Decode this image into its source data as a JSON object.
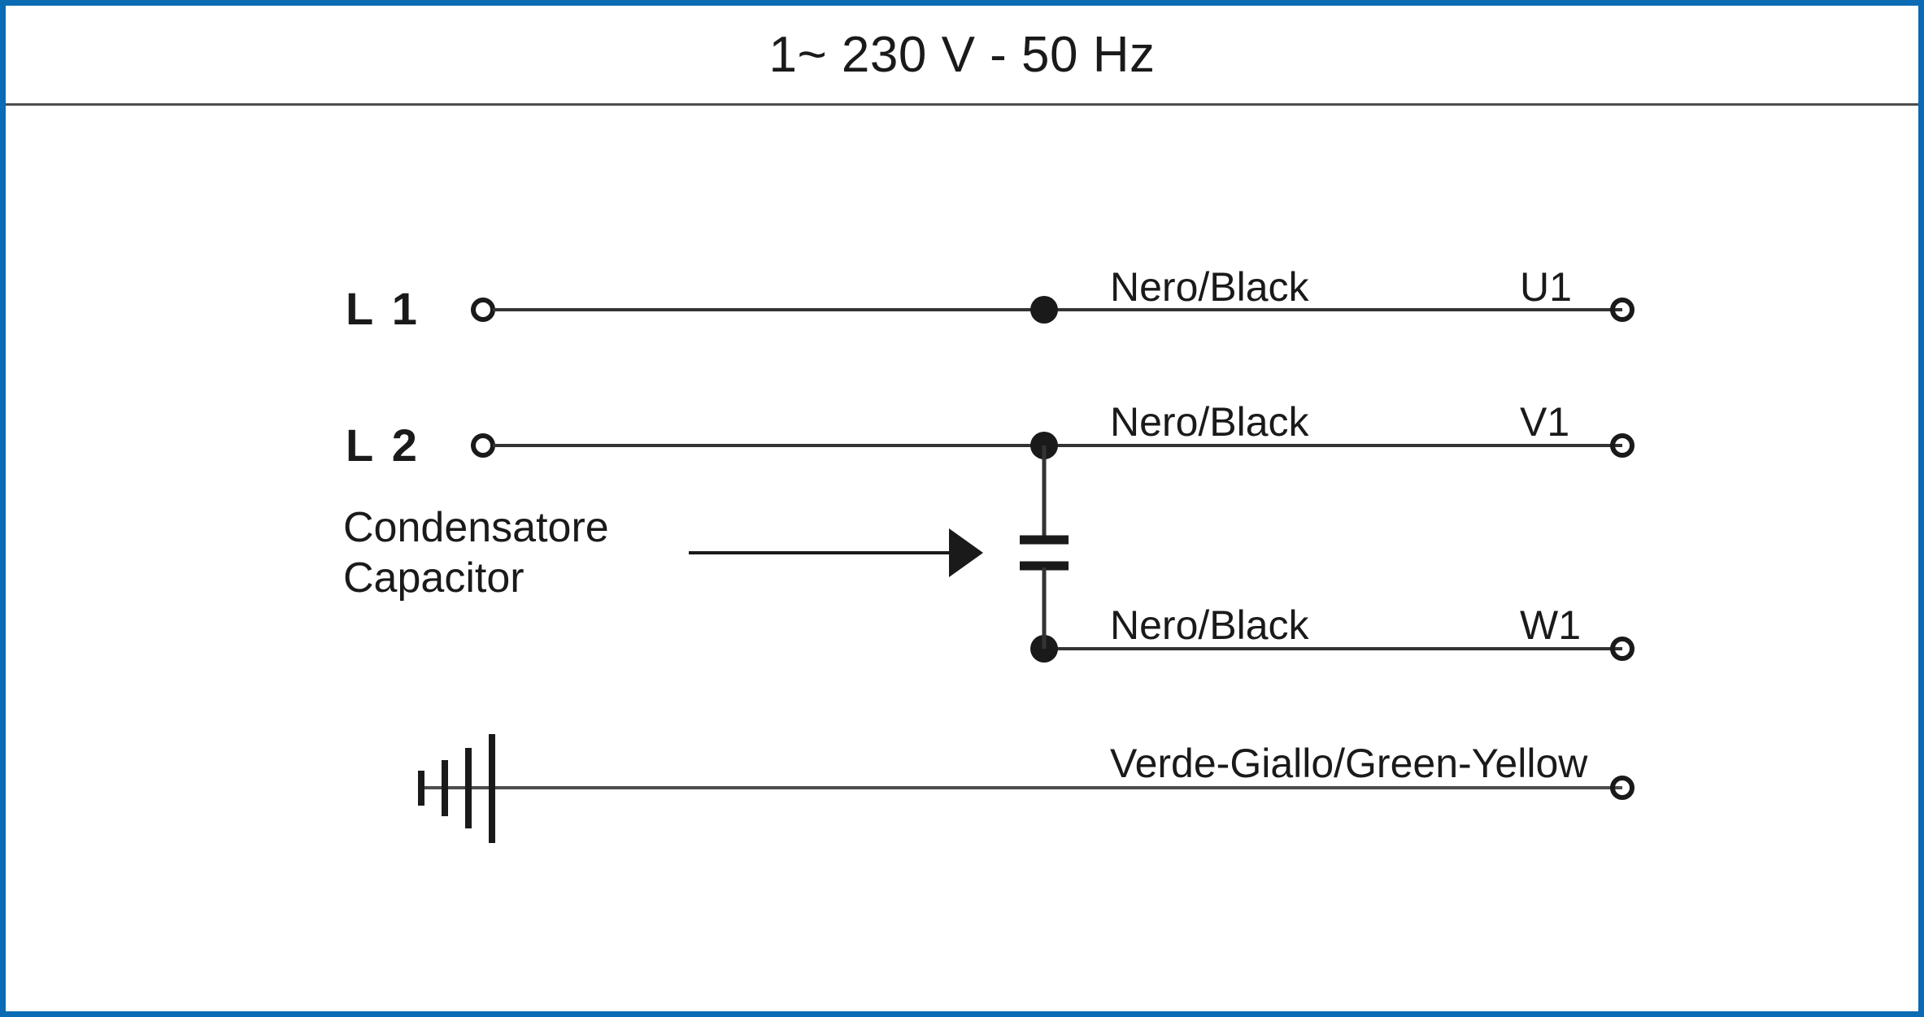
{
  "header": {
    "title": "1~ 230 V - 50 Hz"
  },
  "colors": {
    "border": "#0b6cb4",
    "line": "#333333",
    "text": "#1a1a1a",
    "divider": "#4d4d4d"
  },
  "diagram": {
    "supply_terminals": [
      {
        "label": "L 1"
      },
      {
        "label": "L 2"
      }
    ],
    "capacitor": {
      "label_it": "Condensatore",
      "label_en": "Capacitor"
    },
    "rows": [
      {
        "wire_label": "Nero/Black",
        "terminal": "U1"
      },
      {
        "wire_label": "Nero/Black",
        "terminal": "V1"
      },
      {
        "wire_label": "Nero/Black",
        "terminal": "W1"
      },
      {
        "wire_label": "Verde-Giallo/Green-Yellow",
        "terminal": ""
      }
    ]
  }
}
